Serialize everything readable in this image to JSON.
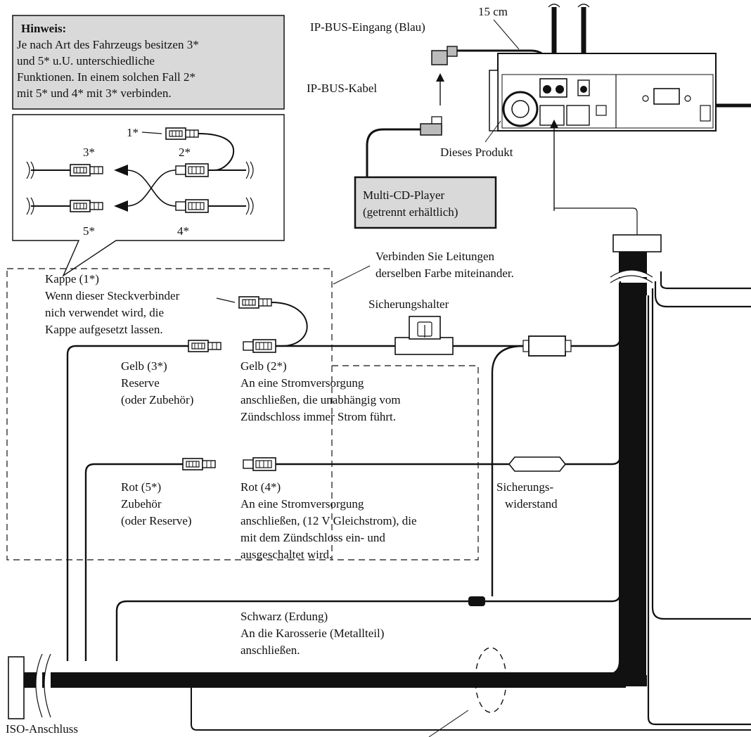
{
  "note": {
    "title": "Hinweis:",
    "lines": [
      "Je nach Art des Fahrzeugs besitzen 3*",
      "und 5* u.U. unterschiedliche",
      "Funktionen. In einem solchen Fall 2*",
      "mit 5* und 4* mit 3* verbinden."
    ]
  },
  "inset": {
    "m1": "1*",
    "m2": "2*",
    "m3": "3*",
    "m4": "4*",
    "m5": "5*"
  },
  "top": {
    "ipbus_input": "IP-BUS-Eingang (Blau)",
    "length": "15 cm",
    "ipbus_cable": "IP-BUS-Kabel",
    "product": "Dieses Produkt",
    "cd_player": [
      "Multi-CD-Player",
      "(getrennt erhältlich)"
    ]
  },
  "wires": {
    "same_color": [
      "Verbinden Sie Leitungen",
      "derselben Farbe miteinander."
    ],
    "cap": [
      "Kappe (1*)",
      "Wenn dieser Steckverbinder",
      "nich verwendet wird, die",
      "Kappe aufgesetzt lassen."
    ],
    "fuse_holder": "Sicherungshalter",
    "yellow3": [
      "Gelb (3*)",
      "Reserve",
      "(oder Zubehör)"
    ],
    "yellow2": [
      "Gelb (2*)",
      "An eine Stromversorgung",
      "anschließen, die unabhängig vom",
      "Zündschloss immer Strom führt."
    ],
    "red5": [
      "Rot (5*)",
      "Zubehör",
      "(oder Reserve)"
    ],
    "red4": [
      "Rot (4*)",
      "An eine Stromversorgung",
      "anschließen, (12 V Gleichstrom), die",
      "mit dem Zündschloss ein- und",
      "ausgeschaltet wird."
    ],
    "fuse_resistor": [
      "Sicherungs-",
      "widerstand"
    ],
    "black": [
      "Schwarz (Erdung)",
      "An die Karosserie (Metallteil)",
      "anschließen."
    ],
    "iso": "ISO-Anschluss"
  }
}
